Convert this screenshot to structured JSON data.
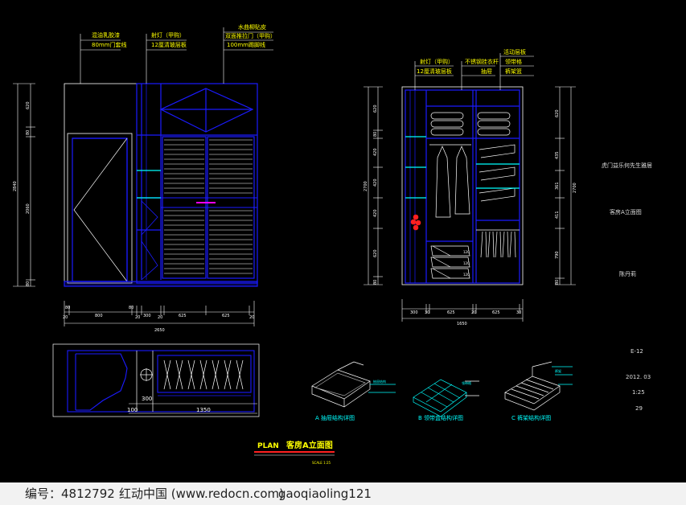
{
  "annotations": {
    "wardrobe_a": [
      {
        "line1": "混油乳胶漆",
        "line2": "80mm门套线"
      },
      {
        "line1": "射灯（甲购）",
        "line2": "12厘清玻层板"
      },
      {
        "line1": "水曲柳贴皮",
        "line2": "双面推拉门（甲购）",
        "line3": "100mm踢脚线"
      }
    ],
    "wardrobe_b": [
      {
        "line1": "射灯（甲购）",
        "line2": "12厘清玻层板"
      },
      {
        "line1": "不锈钢挂衣杆",
        "line2": "抽屉"
      },
      {
        "line1": "活动层板",
        "line2": "领带格",
        "line3": "裤架篮"
      }
    ]
  },
  "dims": {
    "left_v": [
      "620",
      "80",
      "2060",
      "80"
    ],
    "left_total": "2840",
    "left_h": [
      "20",
      "80",
      "800",
      "80",
      "20",
      "300",
      "20",
      "625",
      "625",
      "20"
    ],
    "left_total_w": "2650",
    "right_vl": [
      "620",
      "80",
      "420",
      "420",
      "420",
      "620",
      "80"
    ],
    "right_total": "2700",
    "right_vr": [
      "620",
      "435",
      "361",
      "411",
      "790",
      "80"
    ],
    "right_total_r": "2700",
    "right_h": [
      "300",
      "30",
      "625",
      "20",
      "625",
      "30"
    ],
    "right_total_w": "1650",
    "drawer_labels": [
      "120",
      "120",
      "120"
    ],
    "plan_dims": [
      "300",
      "100",
      "1350"
    ]
  },
  "details": [
    {
      "caption": "A  抽屉结构详图"
    },
    {
      "caption": "B  领带盒结构详图"
    },
    {
      "caption": "C  裤架结构详图"
    }
  ],
  "detail_notes": [
    "抽屉结构",
    "领带格",
    "裤架"
  ],
  "title_block": {
    "project": "虎门益乐何先生雅居",
    "drawing_name": "客房A立面图",
    "designer": "陈丹莉",
    "sheet": "E-12",
    "date": "2012. 03",
    "scale": "1:25",
    "page": "29"
  },
  "title": {
    "plan": "PLAN",
    "name": "客房A立面图",
    "scale": "SCALE 1:25"
  },
  "footer": {
    "id_label": "编号：4812792",
    "site": "红动中国 (www.redocn.com)",
    "author": "gaoqiaoling121"
  },
  "colors": {
    "background": "#000000",
    "outline": "#1b1bff",
    "text": "#ffff00",
    "dimension": "#ffffff",
    "cyan": "#00ffff",
    "accent": "#ff00ff",
    "red": "#ff2020"
  }
}
